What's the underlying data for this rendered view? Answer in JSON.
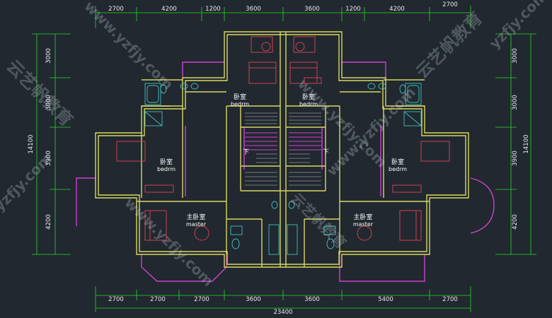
{
  "colors": {
    "background": "#212830",
    "wall": "#d8d860",
    "dimension": "#27d827",
    "window": "#d040d0",
    "furniture": "#d04050",
    "fixture": "#40c0c0",
    "text": "#ffffff"
  },
  "dimensions": {
    "top": [
      "2700",
      "4200",
      "1200",
      "3600",
      "3600",
      "1200",
      "4200",
      "2700"
    ],
    "bottom": [
      "2700",
      "2700",
      "2700",
      "3600",
      "3600",
      "5400",
      "2700"
    ],
    "bottom_total": "23400",
    "left": [
      "3000",
      "3000",
      "3900",
      "4200"
    ],
    "left_total": "14100",
    "right": [
      "3000",
      "3000",
      "3900",
      "4200"
    ],
    "right_total": "14100"
  },
  "rooms": {
    "bedroom_top_left": {
      "cn": "卧室",
      "en": "bedrm"
    },
    "bedroom_top_right": {
      "cn": "卧室",
      "en": "bedrm"
    },
    "bedroom_mid_left": {
      "cn": "卧室",
      "en": "bedrm"
    },
    "bedroom_mid_right": {
      "cn": "卧室",
      "en": "bedrm"
    },
    "master_left": {
      "cn": "主卧室",
      "en": "master"
    },
    "master_right": {
      "cn": "主卧室",
      "en": "master"
    }
  },
  "stairs": {
    "down_left": "下",
    "down_right": "下"
  },
  "watermark": {
    "brand": "云艺帆教育",
    "url": "www.yzfjy.com",
    "url_short": "yzfjy.com"
  }
}
